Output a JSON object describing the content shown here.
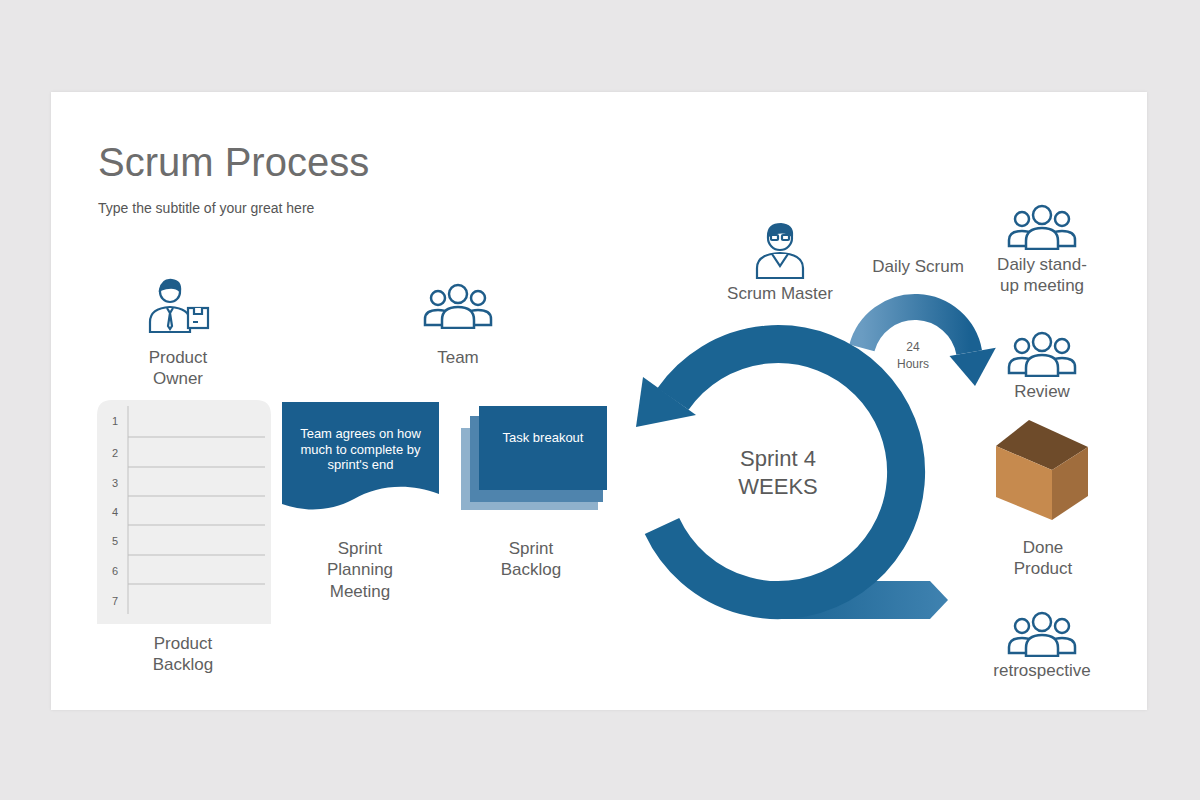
{
  "diagram": {
    "title": "Scrum Process",
    "nodes": [
      {
        "text": [
          "Product Backlog"
        ]
      },
      {
        "text": [
          "Team agrees on how much to complete by sprint's end",
          "Sprint Planning Meeting"
        ]
      },
      {
        "text": [
          "Task breakout",
          "Sprint Backlog"
        ]
      },
      {
        "text": [
          "Sprint 4 WEEKS"
        ]
      },
      {
        "text": [
          "Done Product"
        ]
      }
    ],
    "labels": [
      "Type the subtitle of your great here",
      "Product Owner",
      "Team",
      "Scrum Master",
      "Daily Scrum",
      "24 Hours",
      "Daily stand-up meeting",
      "Review",
      "retrospective",
      "1",
      "2",
      "3",
      "4",
      "5",
      "6",
      "7"
    ]
  }
}
